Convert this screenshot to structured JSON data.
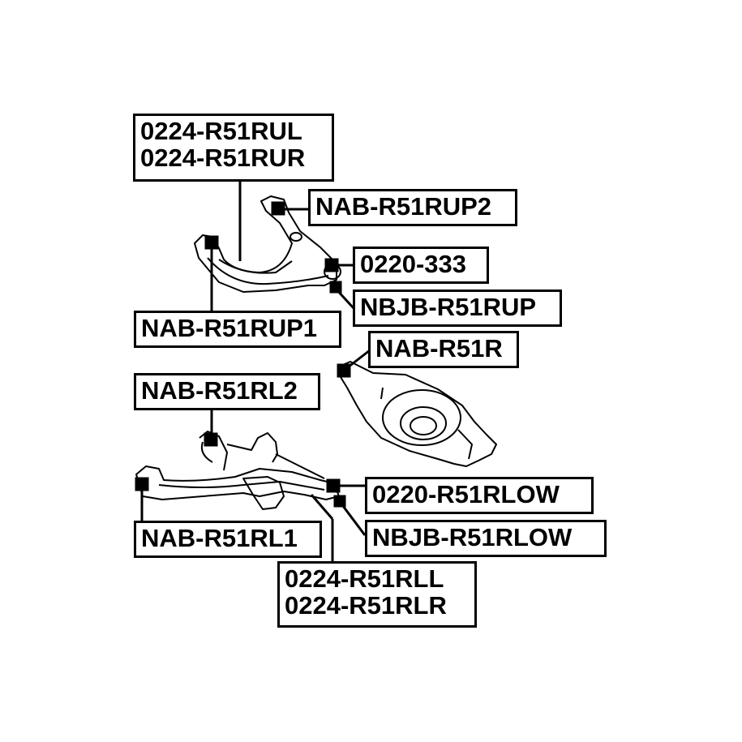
{
  "diagram": {
    "type": "parts-callout",
    "subject": "rear suspension arms",
    "labels": {
      "upper_arm_assy": [
        "0224-R51RUL",
        "0224-R51RUR"
      ],
      "upper_bush_2": "NAB-R51RUP2",
      "upper_ball_joint_boot": "0220-333",
      "upper_ball_joint": "NBJB-R51RUP",
      "upper_bush_1": "NAB-R51RUP1",
      "trailing_arm_bush": "NAB-R51R",
      "lower_bush_2": "NAB-R51RL2",
      "lower_ball_joint_boot": "0220-R51RLOW",
      "lower_bush_1": "NAB-R51RL1",
      "lower_ball_joint": "NBJB-R51RLOW",
      "lower_arm_assy": [
        "0224-R51RLL",
        "0224-R51RLR"
      ]
    },
    "colors": {
      "ink": "#000000",
      "background": "#ffffff"
    }
  }
}
